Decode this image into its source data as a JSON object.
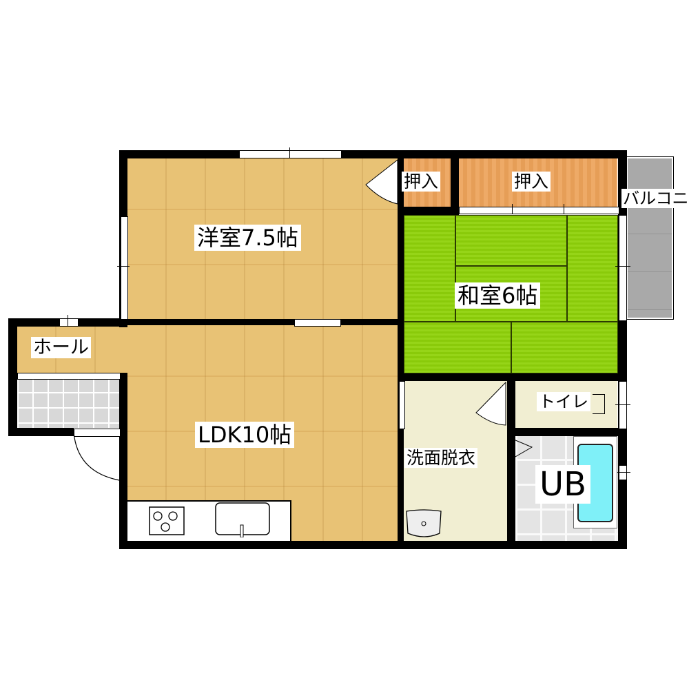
{
  "floorplan": {
    "rooms": {
      "western_room": {
        "label": "洋室7.5帖",
        "type": "western",
        "size_jo": 7.5
      },
      "japanese_room": {
        "label": "和室6帖",
        "type": "japanese-tatami",
        "size_jo": 6
      },
      "ldk": {
        "label": "LDK10帖",
        "type": "living-dining-kitchen",
        "size_jo": 10
      },
      "closet_small": {
        "label": "押入"
      },
      "closet_large": {
        "label": "押入"
      },
      "balcony": {
        "label": "バルコニー",
        "visible_text": "バルコニ"
      },
      "hall": {
        "label": "ホール"
      },
      "washroom": {
        "label": "洗面脱衣"
      },
      "toilet": {
        "label": "トイレ"
      },
      "bathroom": {
        "label": "UB"
      }
    },
    "colors": {
      "wall": "#000000",
      "wood_floor": "#e8c275",
      "closet": "#eda35a",
      "tatami": "#8fd20a",
      "wet_area": "#f1eed2",
      "balcony": "#a9a9a9",
      "bathtub": "#7ff0f8",
      "entrance_tile": "#d8d8d8"
    }
  }
}
